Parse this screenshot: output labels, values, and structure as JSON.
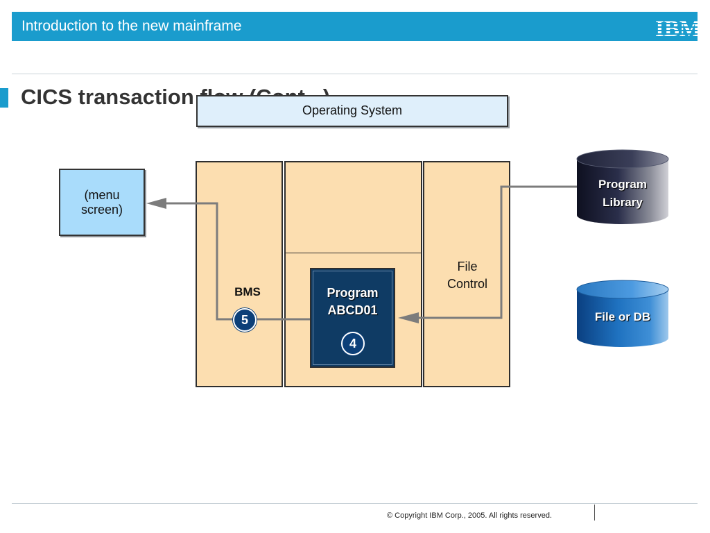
{
  "header": {
    "title": "Introduction to the new mainframe",
    "logo": "IBM",
    "background_color": "#1a9ccd"
  },
  "slide": {
    "title": "CICS transaction flow (Cont...)"
  },
  "diagram": {
    "operating_system": "Operating System",
    "menu_screen": "(menu\nscreen)",
    "bms_label": "BMS",
    "file_control_label": "File\nControl",
    "program_label": "Program\nABCD01",
    "step_5": "5",
    "step_4": "4",
    "program_library": "Program\nLibrary",
    "file_or_db": "File or DB",
    "colors": {
      "panel": "#fcdeb0",
      "menu_screen": "#a9dcfb",
      "operating_system": "#dfeffb",
      "program_box": "#0f3b64",
      "step_badge": "#0c3f78",
      "library_cylinder": "#1f2236",
      "db_cylinder": "#1a6fb8"
    }
  },
  "footer": {
    "copyright": "© Copyright IBM Corp., 2005. All rights reserved."
  }
}
